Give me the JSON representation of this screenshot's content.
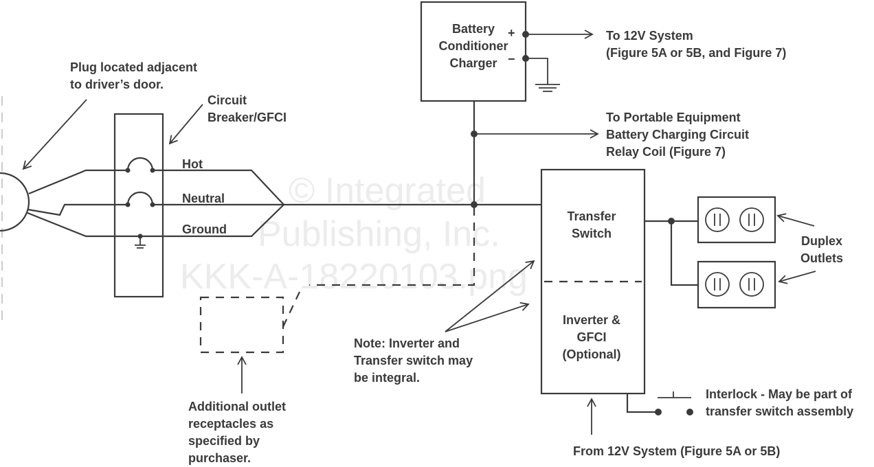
{
  "watermark": {
    "line1": "© Integrated",
    "line2": "Publishing, Inc.",
    "line3": "KKK-A-18220103.png"
  },
  "labels": {
    "plug": [
      "Plug located adjacent",
      "to driver’s door."
    ],
    "breaker": [
      "Circuit",
      "Breaker/GFCI"
    ],
    "hot": "Hot",
    "neutral": "Neutral",
    "ground": "Ground",
    "charger": [
      "Battery",
      "Conditioner",
      "Charger"
    ],
    "plus": "+",
    "minus": "−",
    "to_12v": [
      "To 12V System",
      "(Figure 5A or 5B, and Figure 7)"
    ],
    "portable": [
      "To Portable Equipment",
      "Battery Charging Circuit",
      "Relay Coil (Figure 7)"
    ],
    "transfer": [
      "Transfer",
      "Switch"
    ],
    "inverter": [
      "Inverter &",
      "GFCI",
      "(Optional)"
    ],
    "duplex": [
      "Duplex",
      "Outlets"
    ],
    "note": [
      "Note: Inverter and",
      "Transfer switch may",
      "be integral."
    ],
    "additional": [
      "Additional outlet",
      "receptacles as",
      "specified by",
      "purchaser."
    ],
    "interlock": [
      "Interlock - May be part of",
      "transfer switch assembly"
    ],
    "from_12v": "From 12V System (Figure 5A or 5B)"
  }
}
